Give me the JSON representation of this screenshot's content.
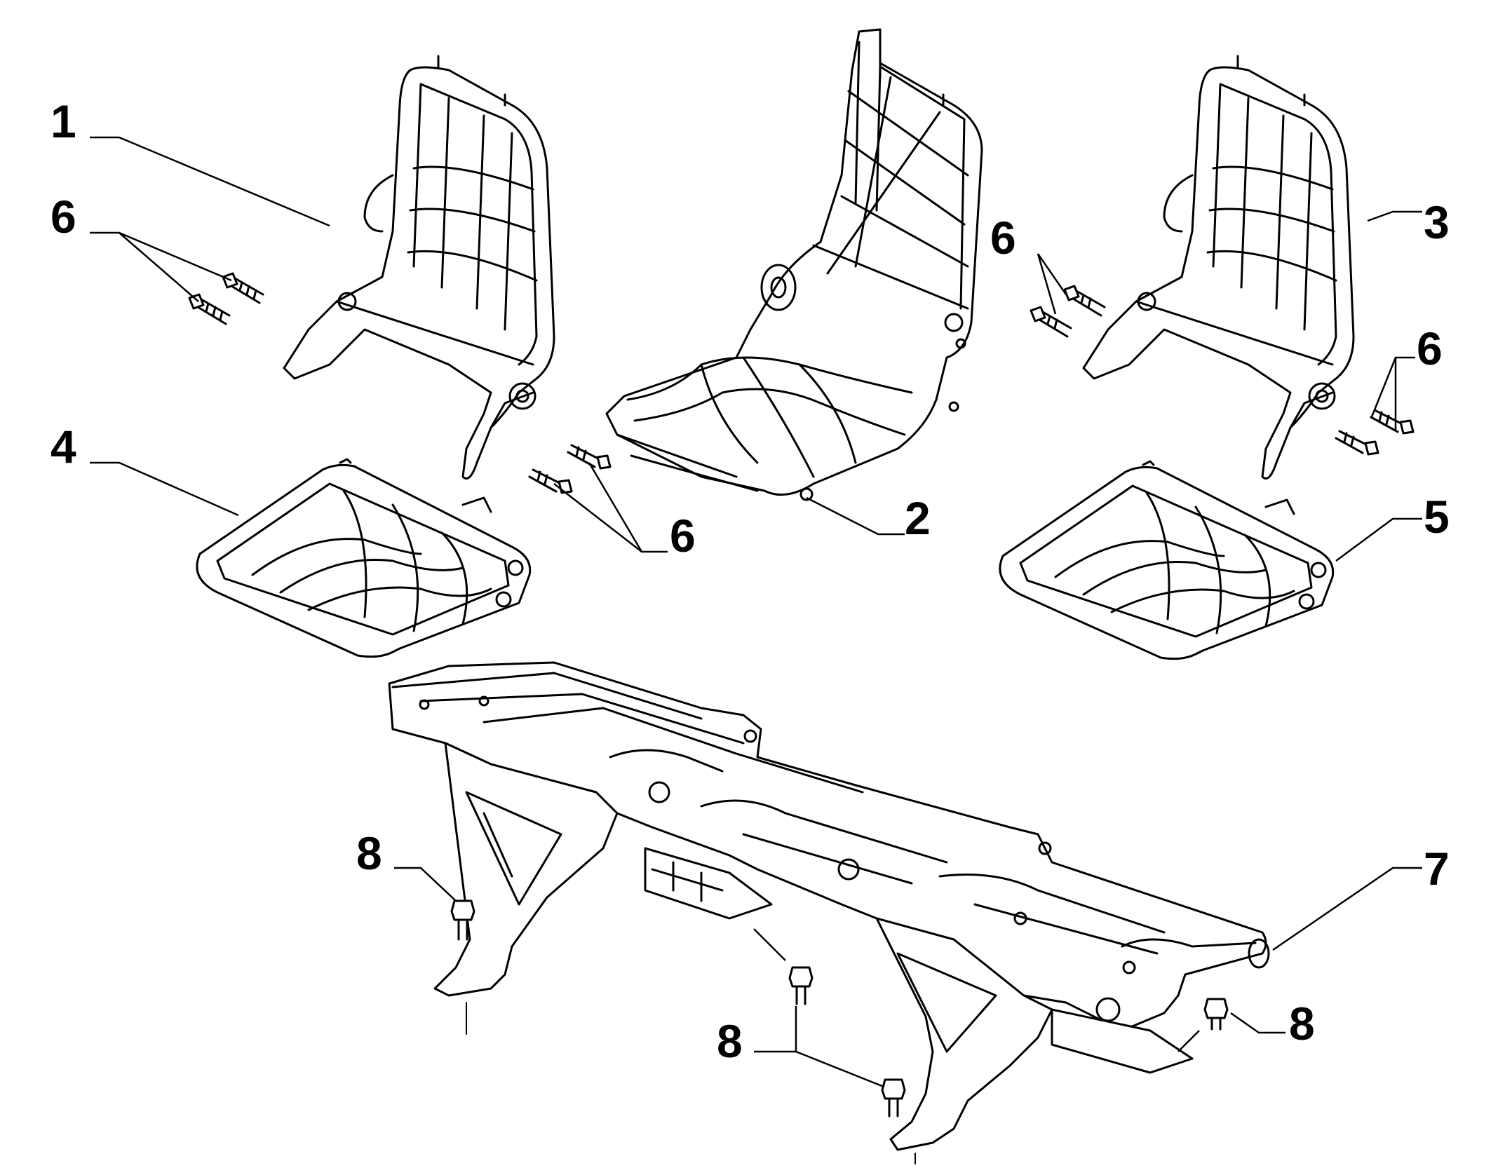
{
  "callouts": {
    "c1": "1",
    "c2": "2",
    "c3": "3",
    "c4": "4",
    "c5": "5",
    "c6a": "6",
    "c6b": "6",
    "c6c": "6",
    "c6d": "6",
    "c7": "7",
    "c8a": "8",
    "c8b": "8",
    "c8c": "8"
  },
  "colors": {
    "line": "#000000",
    "background": "#ffffff"
  }
}
